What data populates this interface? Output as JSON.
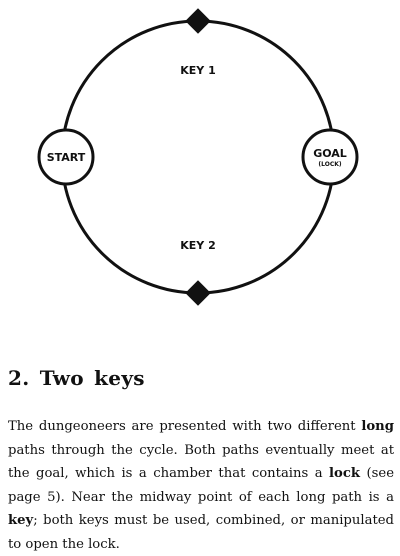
{
  "diagram": {
    "nodes": {
      "start": {
        "label": "START"
      },
      "goal": {
        "label": "GOAL",
        "sublabel": "(LOCK)"
      }
    },
    "paths": {
      "top": {
        "label": "KEY 1"
      },
      "bottom": {
        "label": "KEY 2"
      }
    }
  },
  "section": {
    "number": "2.",
    "title": "Two keys",
    "heading": "2.  Two  keys",
    "paragraph": [
      {
        "text": "The dungeoneers are presented with two different ",
        "bold": false
      },
      {
        "text": "long",
        "bold": true
      },
      {
        "text": " paths through the cycle. Both paths eventually meet at the goal, which is a chamber that contains a ",
        "bold": false
      },
      {
        "text": "lock",
        "bold": true
      },
      {
        "text": " (see page 5). Near the midway point of each long path is a ",
        "bold": false
      },
      {
        "text": "key",
        "bold": true
      },
      {
        "text": "; both keys must be used, combined, or manipulated to open the lock.",
        "bold": false
      }
    ]
  }
}
